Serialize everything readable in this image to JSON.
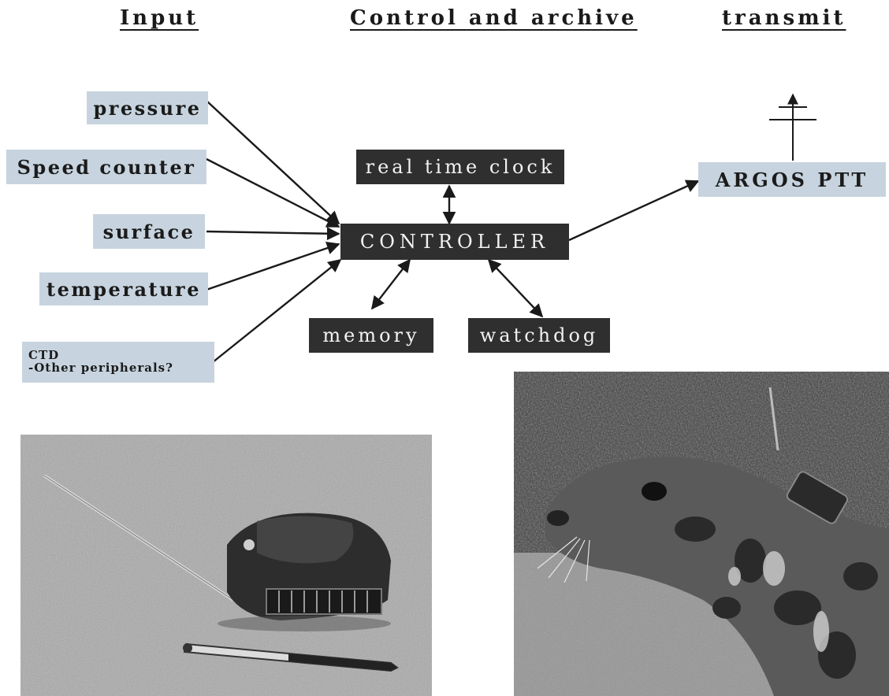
{
  "headings": {
    "input": "Input",
    "control": "Control and archive",
    "transmit": "transmit"
  },
  "inputs": [
    {
      "id": "pressure",
      "label": "pressure"
    },
    {
      "id": "speed",
      "label": "Speed counter"
    },
    {
      "id": "surface",
      "label": "surface"
    },
    {
      "id": "temperature",
      "label": "temperature"
    }
  ],
  "ctd": {
    "title": "CTD",
    "subtitle": "-Other peripherals?"
  },
  "units": {
    "controller": "CONTROLLER",
    "clock": "real time clock",
    "memory": "memory",
    "watchdog": "watchdog"
  },
  "transmitter": {
    "label": "ARGOS PTT"
  }
}
